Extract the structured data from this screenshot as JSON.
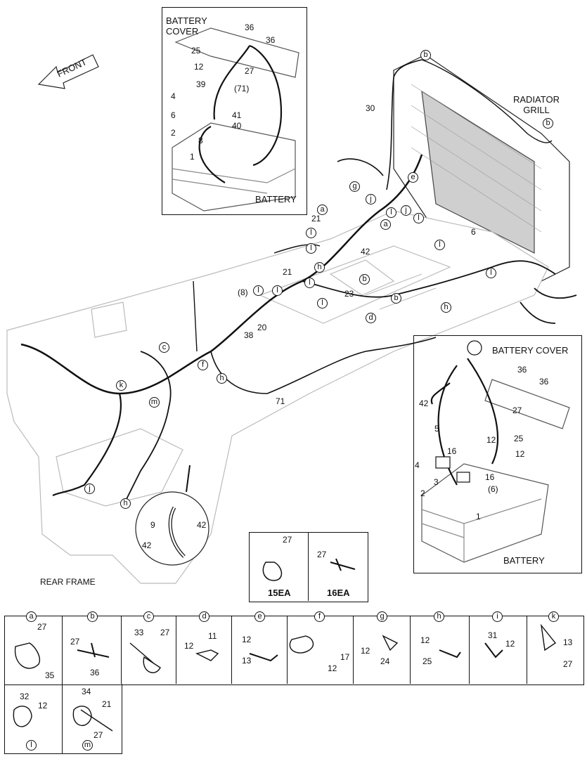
{
  "insets": {
    "battery_cover_top": {
      "title": "BATTERY\nCOVER",
      "battery": "BATTERY",
      "labels": [
        "36",
        "36",
        "25",
        "27",
        "12",
        "39",
        "(71)",
        "4",
        "6",
        "41",
        "40",
        "2",
        "8",
        "1"
      ]
    },
    "battery_cover_right": {
      "title": "BATTERY COVER",
      "battery": "BATTERY",
      "labels": [
        "36",
        "36",
        "42",
        "27",
        "5",
        "12",
        "25",
        "12",
        "16",
        "4",
        "16",
        "3",
        "(6)",
        "2",
        "1"
      ]
    },
    "clip_detail": {
      "labels": [
        "9",
        "42",
        "42"
      ]
    },
    "hardware_box": {
      "left_qty": "15EA",
      "right_qty": "16EA",
      "labels": [
        "27",
        "27"
      ]
    }
  },
  "main": {
    "front_label": "FRONT",
    "radiator_label": "RADIATOR\nGRILL",
    "rear_frame_label": "REAR FRAME",
    "part_labels": [
      "30",
      "6",
      "21",
      "42",
      "21",
      "23",
      "(8)",
      "38",
      "20",
      "71"
    ],
    "callouts": [
      "b",
      "b",
      "e",
      "g",
      "a",
      "a",
      "j",
      "j",
      "l",
      "l",
      "l",
      "l",
      "l",
      "l",
      "l",
      "l",
      "l",
      "l",
      "h",
      "b",
      "b",
      "h",
      "d",
      "c",
      "f",
      "k",
      "m",
      "h",
      "j",
      "h"
    ]
  },
  "legend": {
    "cells": [
      {
        "key": "a",
        "parts": [
          "27",
          "35"
        ]
      },
      {
        "key": "b",
        "parts": [
          "27",
          "36"
        ]
      },
      {
        "key": "c",
        "parts": [
          "33",
          "27"
        ]
      },
      {
        "key": "d",
        "parts": [
          "12",
          "11"
        ]
      },
      {
        "key": "e",
        "parts": [
          "12",
          "13"
        ]
      },
      {
        "key": "f",
        "parts": [
          "17",
          "12"
        ]
      },
      {
        "key": "g",
        "parts": [
          "12",
          "24"
        ]
      },
      {
        "key": "h",
        "parts": [
          "12",
          "25"
        ]
      },
      {
        "key": "i",
        "parts": [
          "31",
          "12"
        ]
      },
      {
        "key": "k",
        "parts": [
          "13",
          "27"
        ]
      },
      {
        "key": "l",
        "parts": [
          "32",
          "12"
        ]
      },
      {
        "key": "m",
        "parts": [
          "34",
          "21",
          "27"
        ]
      }
    ]
  }
}
